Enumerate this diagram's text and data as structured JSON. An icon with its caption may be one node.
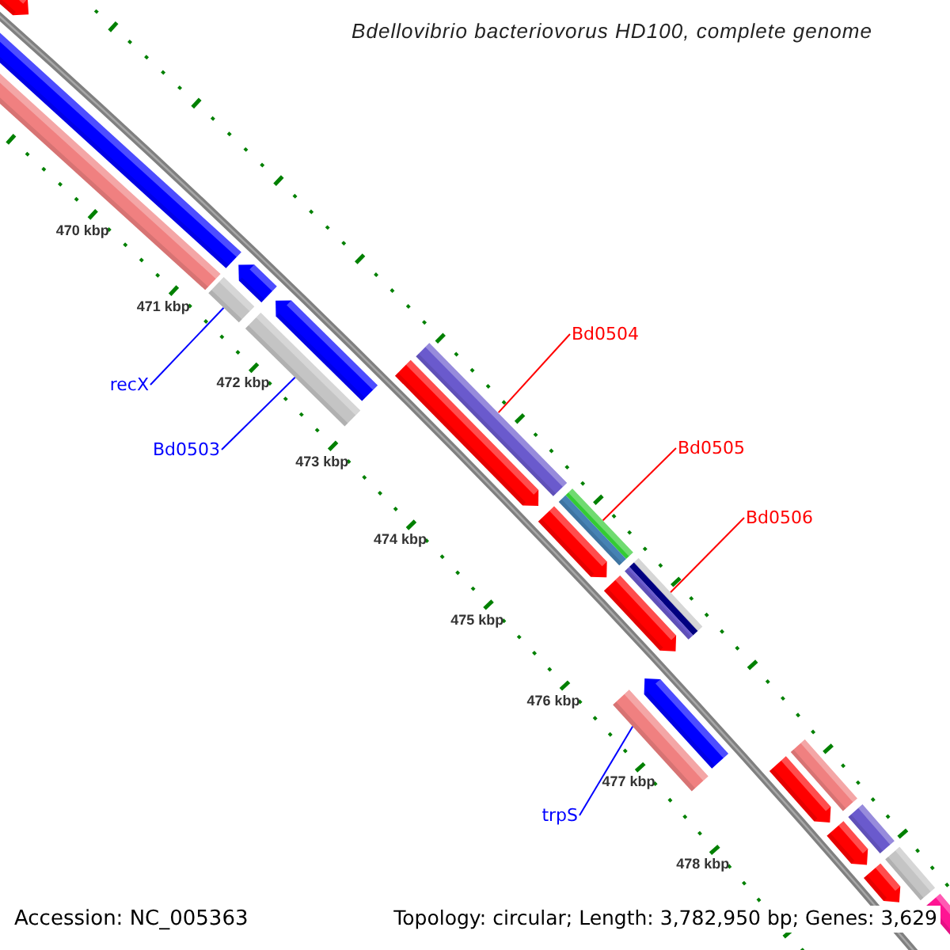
{
  "diagram": {
    "title": "Bdellovibrio bacteriovorus HD100, complete genome",
    "nodes": [
      {
        "text": [],
        "shape": "bar"
      },
      {
        "text": [],
        "shape": "bar"
      },
      {
        "text": [],
        "shape": "bar"
      },
      {
        "text": [],
        "shape": "bar"
      },
      {
        "text": [],
        "shape": "bar"
      },
      {
        "text": [],
        "shape": "bar"
      },
      {
        "text": [],
        "shape": "bar"
      },
      {
        "text": [],
        "shape": "bar"
      },
      {
        "text": [],
        "shape": "bar"
      },
      {
        "text": [],
        "shape": "bar"
      },
      {
        "text": [],
        "shape": "bar"
      },
      {
        "text": [],
        "shape": "bar"
      },
      {
        "text": [],
        "shape": "bar"
      },
      {
        "text": [],
        "shape": "bar"
      },
      {
        "text": [],
        "shape": "bar"
      },
      {
        "text": [],
        "shape": "bar"
      },
      {
        "text": [],
        "shape": "bar"
      },
      {
        "text": [],
        "shape": "bar"
      },
      {
        "text": [],
        "shape": "bar"
      },
      {
        "text": [],
        "shape": "bar"
      },
      {
        "text": [],
        "shape": "bar"
      },
      {
        "text": [],
        "shape": "bar"
      },
      {
        "text": [
          "recX"
        ]
      },
      {
        "text": [
          "Bd0503"
        ]
      },
      {
        "text": [
          "Bd0504"
        ]
      },
      {
        "text": [
          "Bd0505"
        ]
      },
      {
        "text": [
          "Bd0506"
        ]
      },
      {
        "text": [
          "trpS"
        ]
      }
    ],
    "edges": [
      {
        "from": 22,
        "to": 4,
        "arrow": "none",
        "color": "#0000ff"
      },
      {
        "from": 23,
        "to": 6,
        "arrow": "none",
        "color": "#0000ff"
      },
      {
        "from": 24,
        "to": 8,
        "arrow": "none",
        "color": "#ff0000"
      },
      {
        "from": 25,
        "to": 10,
        "arrow": "none",
        "color": "#ff0000"
      },
      {
        "from": 26,
        "to": 12,
        "arrow": "none",
        "color": "#ff0000"
      },
      {
        "from": 27,
        "to": 14,
        "arrow": "none",
        "color": "#0000ff"
      }
    ],
    "labels": [
      "470 kbp",
      "471 kbp",
      "472 kbp",
      "473 kbp",
      "474 kbp",
      "475 kbp",
      "476 kbp",
      "477 kbp",
      "478 kbp",
      "Accession: NC_005363",
      "Topology: circular; Length: 3,782,950 bp; Genes: 3,629"
    ]
  }
}
